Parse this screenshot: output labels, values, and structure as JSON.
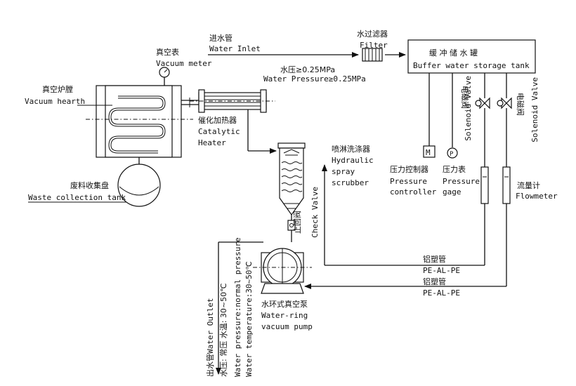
{
  "labels": {
    "water_inlet_zh": "进水管",
    "water_inlet_en": "Water Inlet",
    "filter_zh": "水过滤器",
    "filter_en": "Filter",
    "buffer_tank_zh": "缓 冲 储 水 罐",
    "buffer_tank_en": "Buffer water storage tank",
    "vacuum_meter_zh": "真空表",
    "vacuum_meter_en": "Vacuum meter",
    "water_pressure_zh": "水压≥0.25MPa",
    "water_pressure_en": "Water Pressure≥0.25MPa",
    "vacuum_hearth_zh": "真空炉膛",
    "vacuum_hearth_en": "Vacuum hearth",
    "catalytic_heater_zh": "催化加热器",
    "catalytic_heater_en_1": "Catalytic",
    "catalytic_heater_en_2": "Heater",
    "scrubber_zh": "喷淋洗涤器",
    "scrubber_en_1": "Hydraulic",
    "scrubber_en_2": "spray",
    "scrubber_en_3": "scrubber",
    "pressure_controller_zh": "压力控制器",
    "pressure_controller_en_1": "Pressure",
    "pressure_controller_en_2": "controller",
    "pressure_gage_zh": "压力表",
    "pressure_gage_en_1": "Pressure",
    "pressure_gage_en_2": "gage",
    "solenoid_zh": "电磁阀",
    "solenoid_en": "Solenoid Valve",
    "flowmeter_zh": "流量计",
    "flowmeter_en": "Flowmeter",
    "waste_tank_zh": "废料收集盘",
    "waste_tank_en": "Waste collection tank",
    "check_valve_zh": "止回阀",
    "check_valve_en": "Check Valve",
    "pe_pipe_zh": "铝塑管",
    "pe_pipe_en": "PE-AL-PE",
    "pump_zh": "水环式真空泵",
    "pump_en_1": "Water-ring",
    "pump_en_2": "vacuum pump",
    "outlet_1": "出水管Water Outlet",
    "outlet_2": "水压: 常压  水温: 30~50℃",
    "outlet_3": "Water pressure:normal pressure",
    "outlet_4": "Water temperature:30~50℃",
    "m_symbol": "M",
    "p_symbol": "P"
  }
}
